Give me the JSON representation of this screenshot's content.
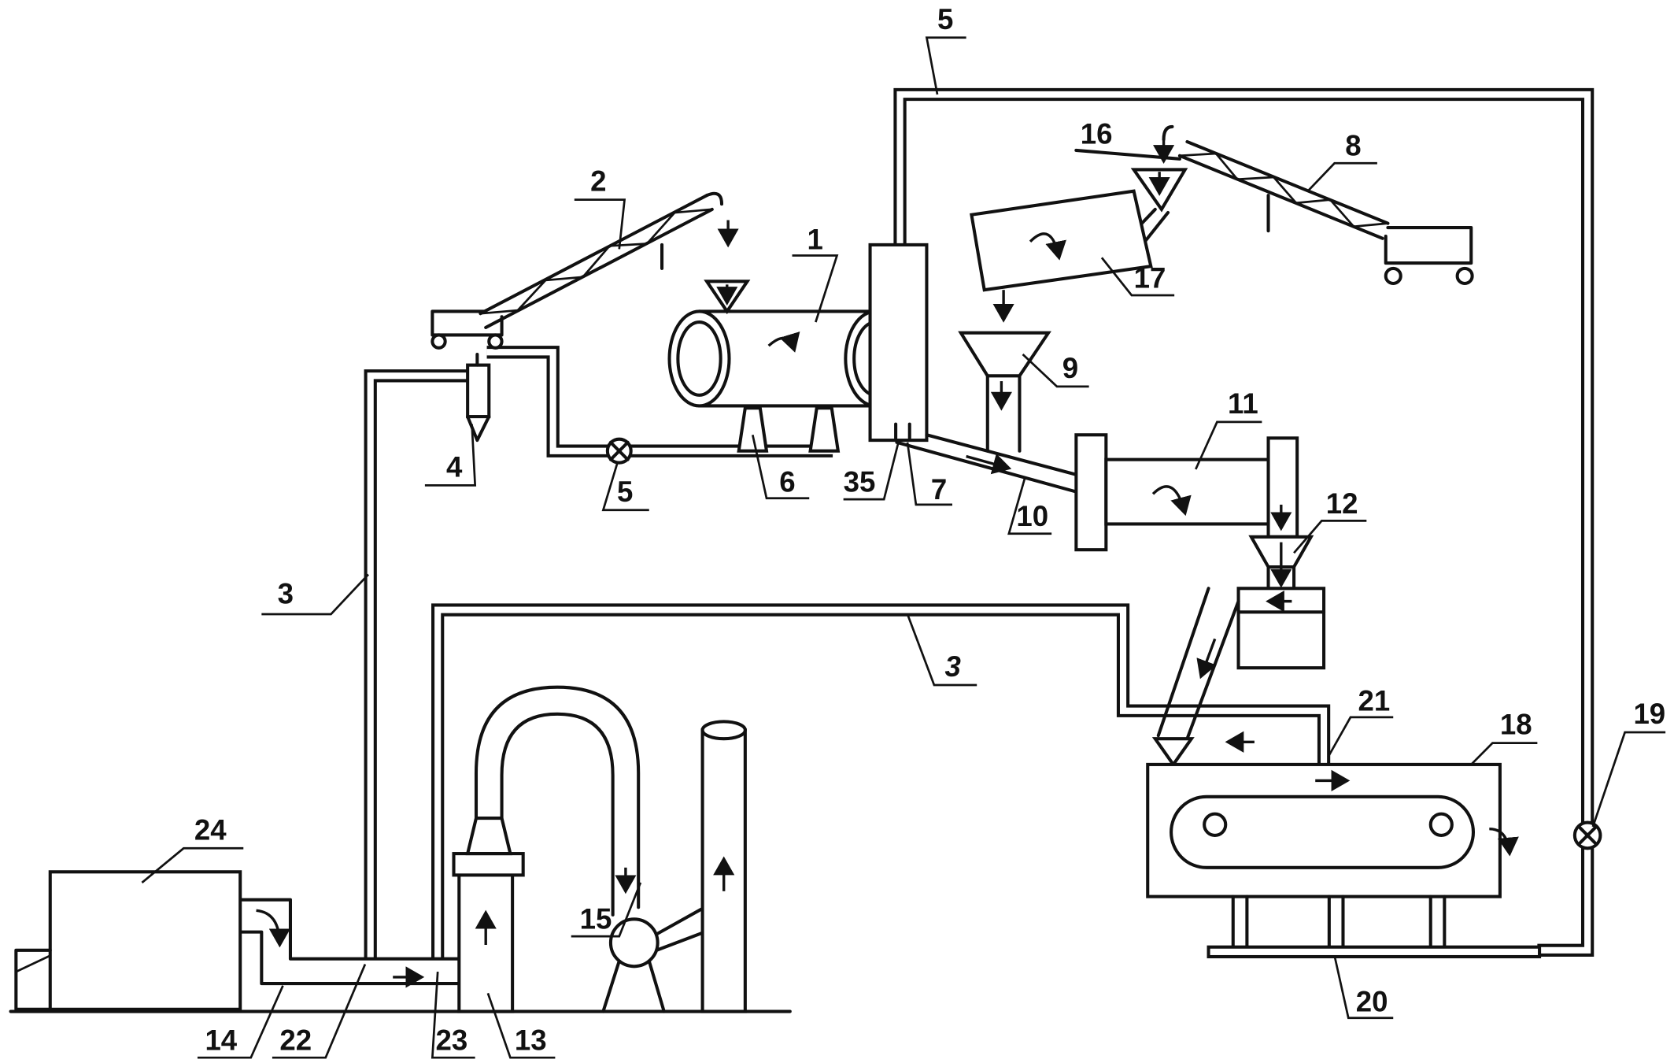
{
  "labels": {
    "drum_1": "1",
    "conveyor_2": "2",
    "pipe_3_left": "3",
    "pipe_3_middle": "3",
    "pipe_top": "5",
    "cyclone_4": "4",
    "valve_5": "5",
    "support_6": "6",
    "inlet_35": "35",
    "chute_7": "7",
    "conveyor_8": "8",
    "hopper_9": "9",
    "chute_10": "10",
    "drum_11": "11",
    "hopper_12": "12",
    "tower_13": "13",
    "pipe_14": "14",
    "pump_15": "15",
    "hopper_16": "16",
    "box_17": "17",
    "dryer_18": "18",
    "valve_19": "19",
    "base_20": "20",
    "port_21": "21",
    "joint_22": "22",
    "joint_23": "23",
    "unit_24": "24"
  }
}
